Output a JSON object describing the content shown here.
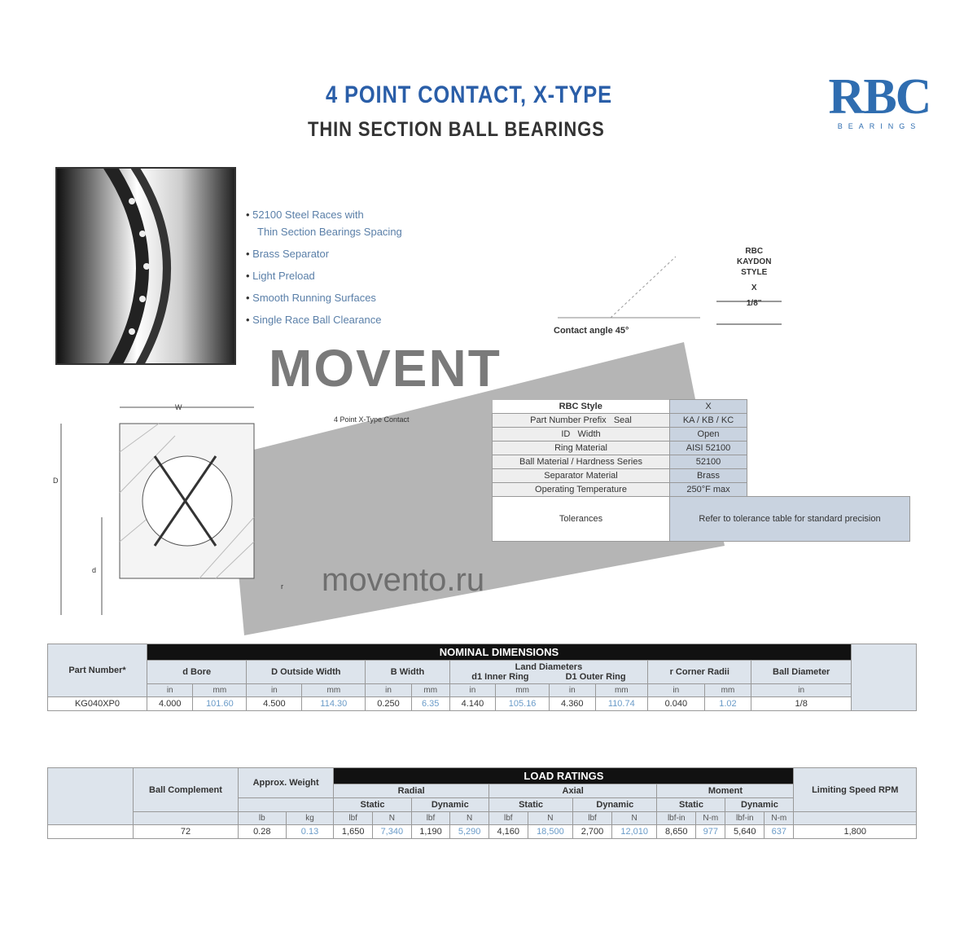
{
  "header": {
    "title": "4 POINT CONTACT, X-TYPE",
    "subtitle": "THIN SECTION BALL BEARINGS",
    "logo": "RBC",
    "logo_sub": "BEARINGS"
  },
  "features": [
    "52100 Steel Races with",
    "Thin Section Bearings Spacing",
    "Brass Separator",
    "Light Preload",
    "Smooth Running Surfaces",
    "Single Race Ball Clearance"
  ],
  "contact_diagram": {
    "label_bottom": "Contact angle 45°",
    "labels": [
      "RBC",
      "KAYDON",
      "STYLE",
      "X",
      "1/8\""
    ]
  },
  "drawing": {
    "caption": "4 Point X-Type Contact",
    "dims": [
      "W",
      "D",
      "d",
      "r"
    ]
  },
  "spec_table": {
    "rows": [
      {
        "label": "RBC Style",
        "value": "X"
      },
      {
        "label": "Part Number Prefix",
        "sub": "Seal",
        "value": "KA / KB / KC"
      },
      {
        "label": "ID",
        "sub": "Width",
        "value": "Open"
      },
      {
        "label": "Ring Material",
        "value": "AISI 52100"
      },
      {
        "label": "Ball Material / Hardness Series",
        "value": "52100"
      },
      {
        "label": "Separator Material",
        "value": "Brass"
      },
      {
        "label": "Operating Temperature",
        "value": "250°F max"
      }
    ],
    "tolerance_label": "Tolerances",
    "tolerance_value": "Refer to tolerance table for standard precision"
  },
  "table1": {
    "section": "NOMINAL DIMENSIONS",
    "part_header": "Part Number*",
    "headers": [
      "d Bore",
      "D Outside Width",
      "B Width",
      "d1 Inner Ring",
      "D1 Outer Ring",
      "r Corner Radii",
      "Ball Diameter"
    ],
    "group": "Land Diameters",
    "units": [
      "in",
      "mm",
      "in",
      "mm",
      "in",
      "mm",
      "in",
      "mm",
      "in",
      "mm",
      "in",
      "mm",
      "in"
    ],
    "row": {
      "part": "KG040XP0",
      "values": [
        "4.000",
        "101.60",
        "4.500",
        "114.30",
        "0.250",
        "6.35",
        "4.140",
        "105.16",
        "4.360",
        "110.74",
        "0.040",
        "1.02",
        "1/8"
      ]
    }
  },
  "table2": {
    "section": "LOAD RATINGS",
    "headers": {
      "balls": "Ball Complement",
      "weight": "Approx. Weight",
      "speed": "Limiting Speed RPM"
    },
    "groups": [
      "Radial",
      "Axial",
      "Moment"
    ],
    "subs": [
      "Static",
      "Dynamic",
      "Static",
      "Dynamic",
      "Static",
      "Dynamic"
    ],
    "units": [
      "lb",
      "kg",
      "lbf",
      "N",
      "lbf",
      "N",
      "lbf",
      "N",
      "lbf",
      "N",
      "lbf-in",
      "N-m",
      "lbf-in",
      "N-m"
    ],
    "row": {
      "balls": "72",
      "values": [
        "0.28",
        "0.13",
        "1,650",
        "7,340",
        "1,190",
        "5,290",
        "4,160",
        "18,500",
        "2,700",
        "12,010",
        "8,650",
        "977",
        "5,640",
        "637"
      ],
      "speed": "1,800"
    }
  },
  "watermark": {
    "brand": "MOVENT",
    "url": "movento.ru"
  },
  "colors": {
    "title_blue": "#2a5ea8",
    "header_black": "#111111",
    "cell_blue": "#c9d3e0"
  }
}
